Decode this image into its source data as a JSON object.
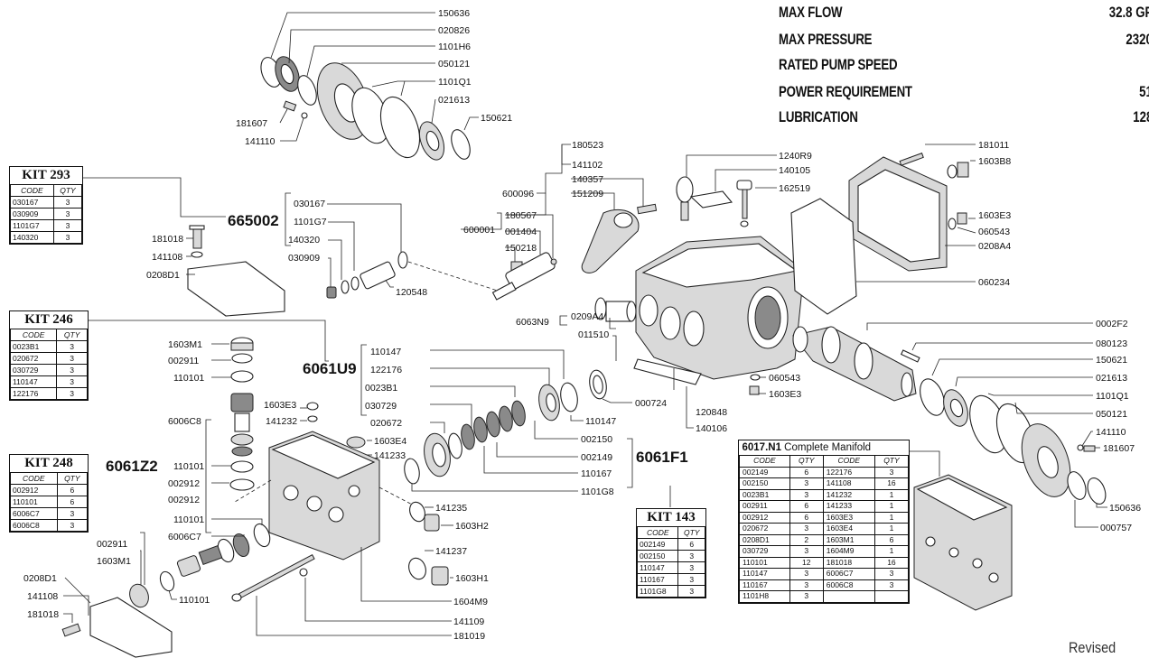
{
  "specs": {
    "max_flow_label": "MAX FLOW",
    "max_flow_value": "32.8 GP",
    "max_pressure_label": "MAX PRESSURE",
    "max_pressure_value": "2320",
    "rated_speed_label": "RATED PUMP SPEED",
    "power_label": "POWER REQUIREMENT",
    "power_value": "51",
    "lubrication_label": "LUBRICATION",
    "lubrication_value": "128"
  },
  "revised": "Revised",
  "assemblies": {
    "a665002": "665002",
    "a6061U9": "6061U9",
    "a6061Z2": "6061Z2",
    "a6061F1": "6061F1",
    "a6063N9": "6063N9",
    "a6006C8": "6006C8",
    "a6006C7": "6006C7",
    "a600001": "600001"
  },
  "labels": {
    "p150636_top": "150636",
    "p020826": "020826",
    "p1101H6": "1101H6",
    "p050121_top": "050121",
    "p1101Q1_top": "1101Q1",
    "p021613_top": "021613",
    "p150621_top": "150621",
    "p181607_top": "181607",
    "p141110_top": "141110",
    "p030167": "030167",
    "p1101G7": "1101G7",
    "p140320": "140320",
    "p030909": "030909",
    "p120548": "120548",
    "p181018_top": "181018",
    "p141108_top": "141108",
    "p0208D1_top": "0208D1",
    "p180523": "180523",
    "p141102": "141102",
    "p140357": "140357",
    "p151209": "151209",
    "p600096": "600096",
    "p180567": "180567",
    "p001404": "001404",
    "p150218": "150218",
    "p1240R9": "1240R9",
    "p140105": "140105",
    "p162519": "162519",
    "p181011": "181011",
    "p1603B8": "1603B8",
    "p1603E3_r": "1603E3",
    "p060543_r": "060543",
    "p0208A4": "0208A4",
    "p060234": "060234",
    "p0209A4": "0209A4",
    "p011510": "011510",
    "p000724": "000724",
    "p060543_b": "060543",
    "p1603E3_b": "1603E3",
    "p120848": "120848",
    "p140106": "140106",
    "p0002F2": "0002F2",
    "p080123": "080123",
    "p150621_r": "150621",
    "p021613_r": "021613",
    "p1101Q1_r": "1101Q1",
    "p050121_r": "050121",
    "p141110_r": "141110",
    "p181607_r": "181607",
    "p150636_r": "150636",
    "p000757": "000757",
    "p1603M1": "1603M1",
    "p002911": "002911",
    "p110101": "110101",
    "p1603E3_m": "1603E3",
    "p141232": "141232",
    "p1603E4": "1603E4",
    "p141233": "141233",
    "p110101_b": "110101",
    "p002912": "002912",
    "p002912_b": "002912",
    "p110101_c": "110101",
    "p002911_b": "002911",
    "p1603M1_b": "1603M1",
    "p110101_d": "110101",
    "p0208D1_b": "0208D1",
    "p141108_b": "141108",
    "p181018_b": "181018",
    "p141235": "141235",
    "p1603H2": "1603H2",
    "p141237": "141237",
    "p1603H1": "1603H1",
    "p1604M9": "1604M9",
    "p141109": "141109",
    "p181019": "181019",
    "p110147": "110147",
    "p122176": "122176",
    "p0023B1": "0023B1",
    "p030729": "030729",
    "p020672": "020672",
    "p110147_b": "110147",
    "p002150": "002150",
    "p002149": "002149",
    "p110167": "110167",
    "p1101G8": "1101G8"
  },
  "kits": {
    "kit293": {
      "title": "KIT 293",
      "headers": [
        "CODE",
        "QTY"
      ],
      "rows": [
        [
          "030167",
          "3"
        ],
        [
          "030909",
          "3"
        ],
        [
          "1101G7",
          "3"
        ],
        [
          "140320",
          "3"
        ]
      ]
    },
    "kit246": {
      "title": "KIT 246",
      "headers": [
        "CODE",
        "QTY"
      ],
      "rows": [
        [
          "0023B1",
          "3"
        ],
        [
          "020672",
          "3"
        ],
        [
          "030729",
          "3"
        ],
        [
          "110147",
          "3"
        ],
        [
          "122176",
          "3"
        ]
      ]
    },
    "kit248": {
      "title": "KIT 248",
      "headers": [
        "CODE",
        "QTY"
      ],
      "rows": [
        [
          "002912",
          "6"
        ],
        [
          "110101",
          "6"
        ],
        [
          "6006C7",
          "3"
        ],
        [
          "6006C8",
          "3"
        ]
      ]
    },
    "kit143": {
      "title": "KIT 143",
      "headers": [
        "CODE",
        "QTY"
      ],
      "rows": [
        [
          "002149",
          "6"
        ],
        [
          "002150",
          "3"
        ],
        [
          "110147",
          "3"
        ],
        [
          "110167",
          "3"
        ],
        [
          "1101G8",
          "3"
        ]
      ]
    }
  },
  "manifold": {
    "title_code": "6017.N1",
    "title_text": " Complete Manifold",
    "headers": [
      "CODE",
      "QTY",
      "CODE",
      "QTY"
    ],
    "rows": [
      [
        "002149",
        "6",
        "122176",
        "3"
      ],
      [
        "002150",
        "3",
        "141108",
        "16"
      ],
      [
        "0023B1",
        "3",
        "141232",
        "1"
      ],
      [
        "002911",
        "6",
        "141233",
        "1"
      ],
      [
        "002912",
        "6",
        "1603E3",
        "1"
      ],
      [
        "020672",
        "3",
        "1603E4",
        "1"
      ],
      [
        "0208D1",
        "2",
        "1603M1",
        "6"
      ],
      [
        "030729",
        "3",
        "1604M9",
        "1"
      ],
      [
        "110101",
        "12",
        "181018",
        "16"
      ],
      [
        "110147",
        "3",
        "6006C7",
        "3"
      ],
      [
        "110167",
        "3",
        "6006C8",
        "3"
      ],
      [
        "1101H8",
        "3",
        "",
        ""
      ]
    ]
  }
}
